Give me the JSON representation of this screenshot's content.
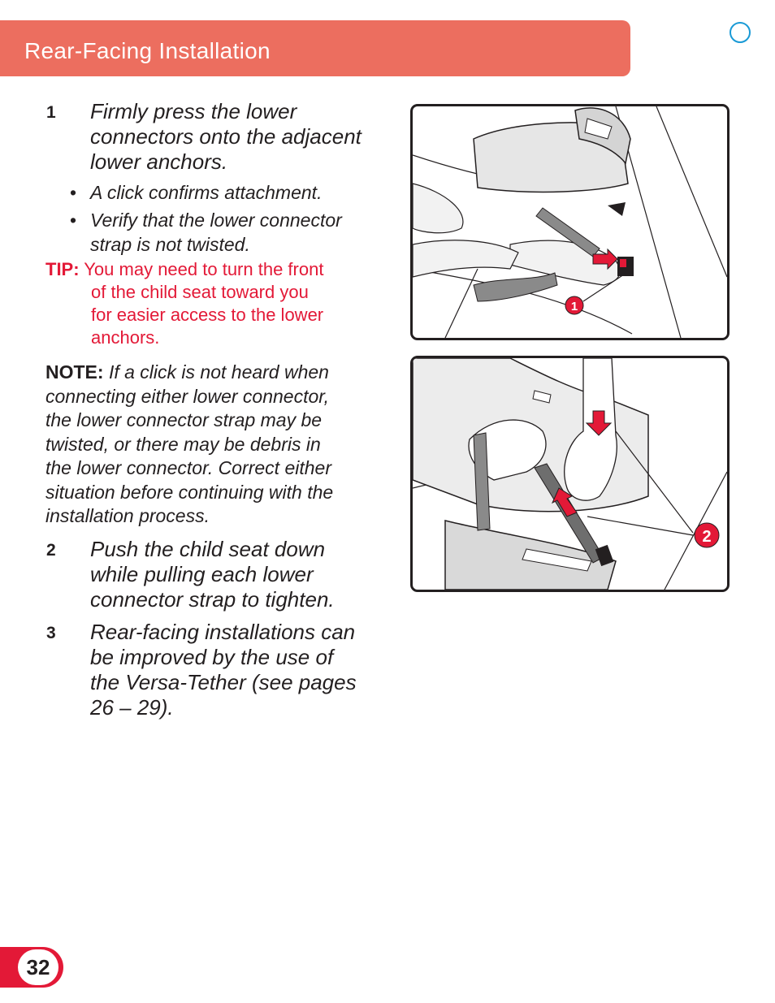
{
  "header": {
    "title": "Rear-Facing Installation"
  },
  "steps": [
    {
      "num": "1",
      "lines": [
        "Firmly press the lower",
        "connectors onto the adjacent",
        "lower anchors."
      ]
    },
    {
      "num": "2",
      "lines": [
        "Push the child seat down",
        "while pulling each lower",
        "connector strap to tighten."
      ]
    },
    {
      "num": "3",
      "lines": [
        "Rear-facing installations can",
        "be improved by the use of",
        "the Versa-Tether (see pages",
        "26 – 29)."
      ]
    }
  ],
  "bullets": [
    {
      "lines": [
        "A click confirms attachment."
      ]
    },
    {
      "lines": [
        "Verify that the lower connector",
        "strap is not twisted."
      ]
    }
  ],
  "bullet_char": "•",
  "tip": {
    "label": "TIP:",
    "lines": [
      "You may need to turn the front",
      "of the child seat toward you",
      "for easier access to the lower",
      "anchors."
    ]
  },
  "note": {
    "label": "NOTE:",
    "lines": [
      "If a click is not heard when",
      "connecting either lower connector,",
      "the lower connector strap may be",
      "twisted, or there may be debris in",
      "the lower connector. Correct either",
      "situation before continuing with the",
      "installation process."
    ]
  },
  "figures": {
    "fig1_callout": "1",
    "fig2_callout": "2"
  },
  "page_number": "32",
  "colors": {
    "header_bg": "#ec6e5f",
    "accent_red": "#e31937",
    "circle_blue": "#1a9ad6"
  }
}
